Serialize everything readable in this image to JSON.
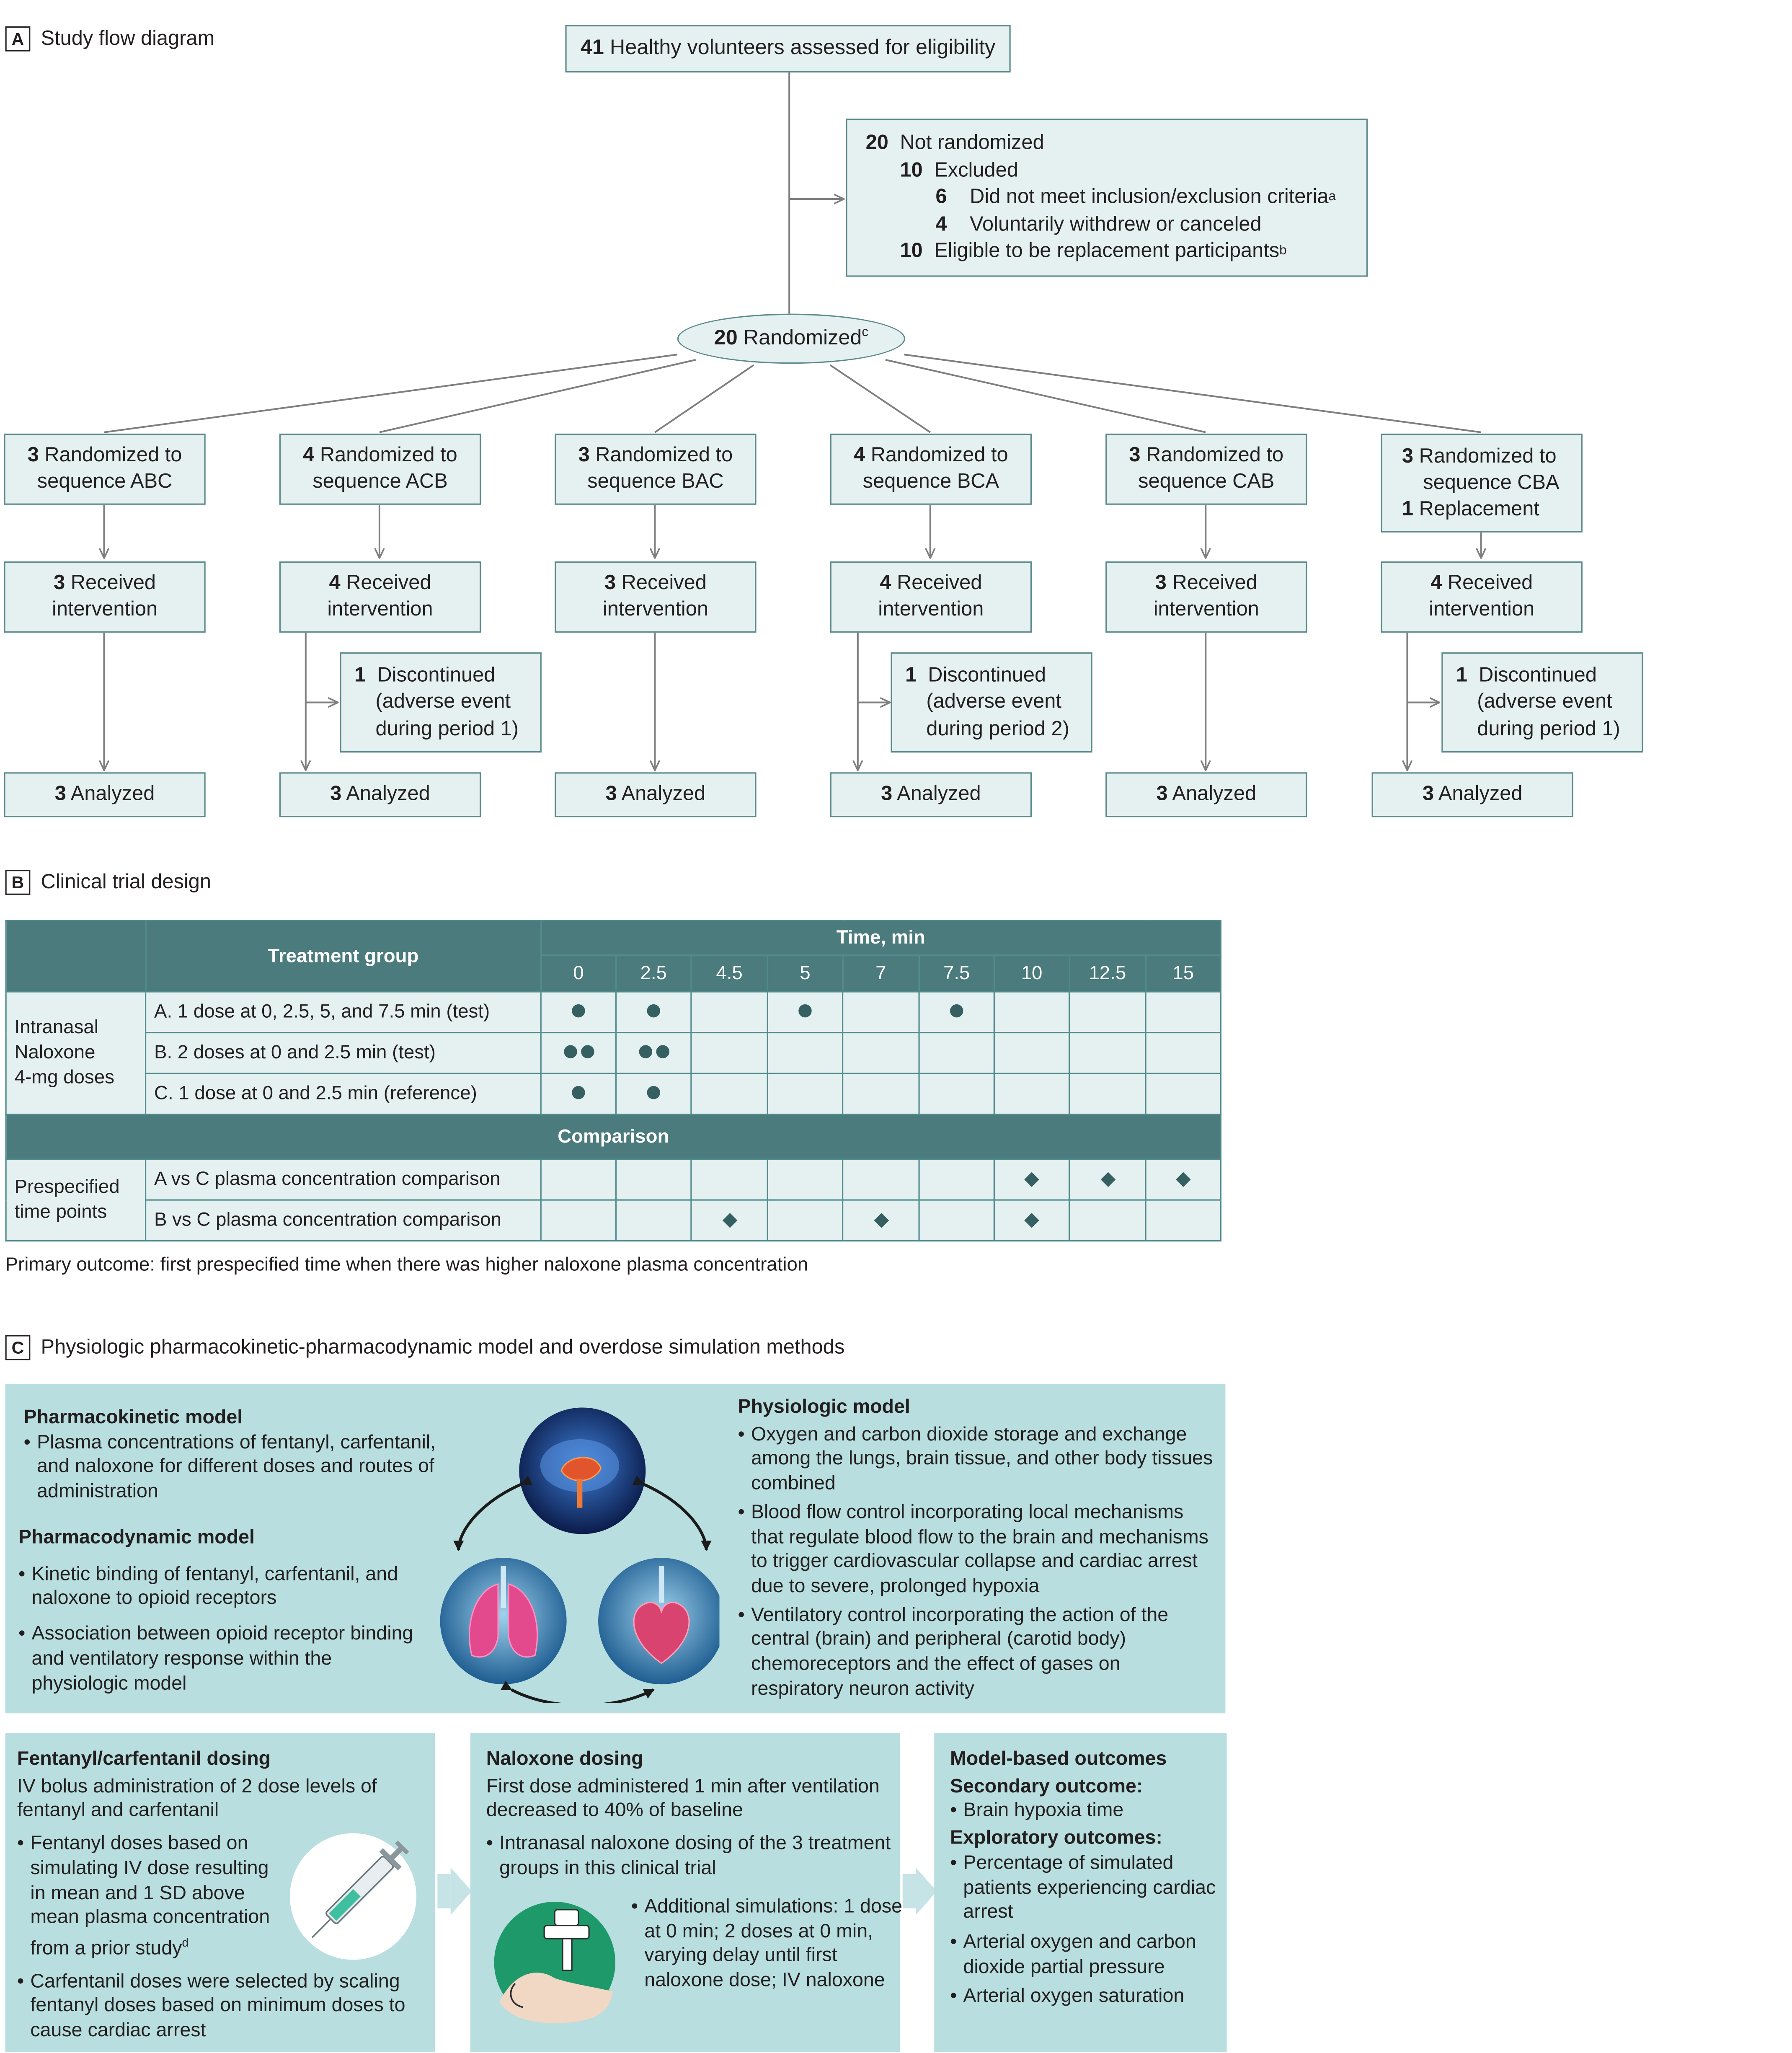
{
  "panel_a": {
    "letter": "A",
    "title": "Study flow diagram",
    "assessed": {
      "n": "41",
      "text": "Healthy volunteers assessed for eligibility"
    },
    "not_randomized": {
      "n1": "20",
      "t1": "Not randomized",
      "n2": "10",
      "t2": "Excluded",
      "n3": "6",
      "t3": "Did not meet inclusion/exclusion criteria",
      "s3": "a",
      "n4": "4",
      "t4": "Voluntarily withdrew or canceled",
      "n5": "10",
      "t5": "Eligible to be replacement participants",
      "s5": "b"
    },
    "randomized": {
      "n": "20",
      "text": "Randomized",
      "sup": "c"
    },
    "arms": [
      {
        "n": "3",
        "l1": "Randomized to",
        "l2": "sequence ABC",
        "rn": "3",
        "r1": "Received",
        "r2": "intervention",
        "an": "3",
        "a": "Analyzed"
      },
      {
        "n": "4",
        "l1": "Randomized to",
        "l2": "sequence ACB",
        "rn": "4",
        "r1": "Received",
        "r2": "intervention",
        "dn": "1",
        "d1": "Discontinued",
        "d2": "(adverse event",
        "d3": "during period 1)",
        "an": "3",
        "a": "Analyzed"
      },
      {
        "n": "3",
        "l1": "Randomized to",
        "l2": "sequence BAC",
        "rn": "3",
        "r1": "Received",
        "r2": "intervention",
        "an": "3",
        "a": "Analyzed"
      },
      {
        "n": "4",
        "l1": "Randomized to",
        "l2": "sequence BCA",
        "rn": "4",
        "r1": "Received",
        "r2": "intervention",
        "dn": "1",
        "d1": "Discontinued",
        "d2": "(adverse event",
        "d3": "during period 2)",
        "an": "3",
        "a": "Analyzed"
      },
      {
        "n": "3",
        "l1": "Randomized to",
        "l2": "sequence CAB",
        "rn": "3",
        "r1": "Received",
        "r2": "intervention",
        "an": "3",
        "a": "Analyzed"
      },
      {
        "n": "3",
        "l1": "Randomized to",
        "l2": "sequence CBA",
        "xn": "1",
        "x": "Replacement",
        "rn": "4",
        "r1": "Received",
        "r2": "intervention",
        "dn": "1",
        "d1": "Discontinued",
        "d2": "(adverse event",
        "d3": "during period 1)",
        "an": "3",
        "a": "Analyzed"
      }
    ]
  },
  "panel_b": {
    "letter": "B",
    "title": "Clinical trial design",
    "treatment_header": "Treatment group",
    "time_header": "Time, min",
    "times": [
      "0",
      "2.5",
      "4.5",
      "5",
      "7",
      "7.5",
      "10",
      "12.5",
      "15"
    ],
    "group_label": [
      "Intranasal",
      "Naloxone",
      "4-mg doses"
    ],
    "treatments": [
      {
        "label": "A. 1 dose at 0, 2.5, 5, and 7.5 min (test)",
        "doses": [
          1,
          1,
          0,
          1,
          0,
          1,
          0,
          0,
          0
        ]
      },
      {
        "label": "B. 2 doses at 0 and 2.5 min (test)",
        "doses": [
          2,
          2,
          0,
          0,
          0,
          0,
          0,
          0,
          0
        ]
      },
      {
        "label": "C. 1 dose at 0 and 2.5 min (reference)",
        "doses": [
          1,
          1,
          0,
          0,
          0,
          0,
          0,
          0,
          0
        ]
      }
    ],
    "comparison_header": "Comparison",
    "timepoint_label": [
      "Prespecified",
      "time points"
    ],
    "comparisons": [
      {
        "label": "A vs C plasma concentration comparison",
        "marks": [
          0,
          0,
          0,
          0,
          0,
          0,
          1,
          1,
          1
        ]
      },
      {
        "label": "B vs C plasma concentration comparison",
        "marks": [
          0,
          0,
          1,
          0,
          1,
          0,
          1,
          0,
          0
        ]
      }
    ],
    "footnote": "Primary outcome: first prespecified time when there was higher naloxone plasma concentration"
  },
  "panel_c": {
    "letter": "C",
    "title": "Physiologic pharmacokinetic-pharmacodynamic model and overdose simulation methods",
    "pk_title": "Pharmacokinetic model",
    "pk_b1": "Plasma concentrations of fentanyl, carfentanil, and naloxone for different doses and routes of administration",
    "pd_title": "Pharmacodynamic model",
    "pd_b1": "Kinetic binding of fentanyl, carfentanil, and naloxone to opioid receptors",
    "pd_b2": "Association between opioid receptor binding and ventilatory response within the physiologic model",
    "phys_title": "Physiologic model",
    "phys_b1": "Oxygen and carbon dioxide storage and exchange among the lungs, brain tissue, and other body tissues combined",
    "phys_b2": "Blood flow control incorporating local mechanisms that regulate blood flow to the brain and mechanisms to trigger cardiovascular collapse and cardiac arrest due to severe, prolonged hypoxia",
    "phys_b3": "Ventilatory control incorporating the action of the central (brain) and peripheral (carotid body) chemoreceptors and the effect of gases on respiratory neuron activity",
    "fent_title": "Fentanyl/carfentanil dosing",
    "fent_intro": "IV bolus administration of 2 dose levels of fentanyl and carfentanil",
    "fent_b1": "Fentanyl doses based on simulating IV dose resulting in mean and 1 SD above mean plasma concentration from a prior study",
    "fent_b1_sup": "d",
    "fent_b2": "Carfentanil doses were selected by scaling fentanyl doses based on minimum doses to cause cardiac arrest",
    "nal_title": "Naloxone dosing",
    "nal_intro": "First dose administered 1 min after ventilation decreased to 40% of baseline",
    "nal_b1": "Intranasal naloxone dosing of the 3 treatment groups in this clinical trial",
    "nal_b2": "Additional simulations: 1 dose at 0 min; 2 doses at 0 min, varying delay until first naloxone dose; IV naloxone",
    "out_title": "Model-based outcomes",
    "out_sec_title": "Secondary outcome:",
    "out_sec_b1": "Brain hypoxia time",
    "out_exp_title": "Exploratory outcomes:",
    "out_exp_b1": "Percentage of simulated patients experiencing cardiac arrest",
    "out_exp_b2": "Arterial oxygen and carbon dioxide partial pressure",
    "out_exp_b3": "Arterial oxygen saturation"
  }
}
